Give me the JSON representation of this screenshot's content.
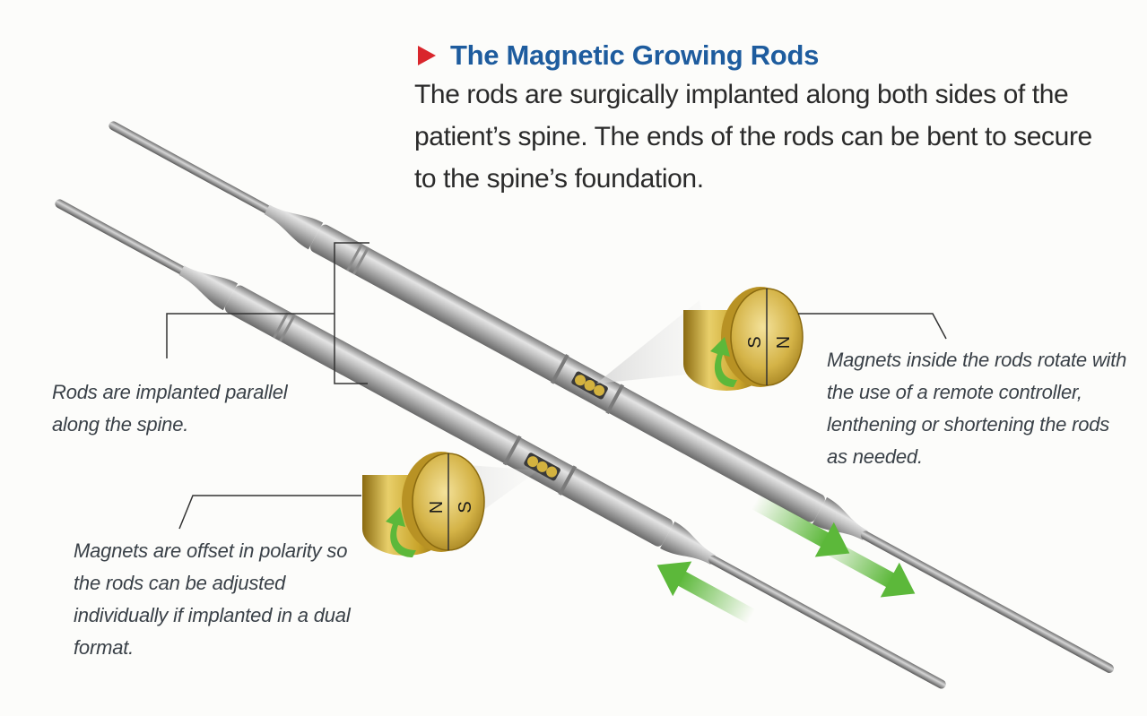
{
  "header": {
    "title": "The Magnetic Growing Rods",
    "description": "The rods are surgically implanted along both sides of the patient’s spine. The ends of the rods can be bent to secure to the spine’s foundation."
  },
  "callouts": {
    "rods_parallel": "Rods are implanted parallel along the spine.",
    "magnets_rotate": "Magnets inside the rods rotate with the use of a remote controller, lenthening or shortening the rods as needed.",
    "magnets_offset": "Magnets are offset in polarity so the rods can be adjusted individually if implanted in a dual format."
  },
  "magnets": {
    "upper": {
      "pole_left": "S",
      "pole_right": "N"
    },
    "lower": {
      "pole_left": "N",
      "pole_right": "S"
    }
  },
  "colors": {
    "title_blue": "#1e5c9e",
    "title_arrow_red": "#d9262c",
    "magnet_gold": "#c9a42a",
    "arrow_green": "#5cb83a",
    "rod_grey": "#9a9a9a"
  },
  "icons": [
    "play-arrow-icon",
    "rotation-arrow-icon",
    "direction-arrow-icon"
  ]
}
